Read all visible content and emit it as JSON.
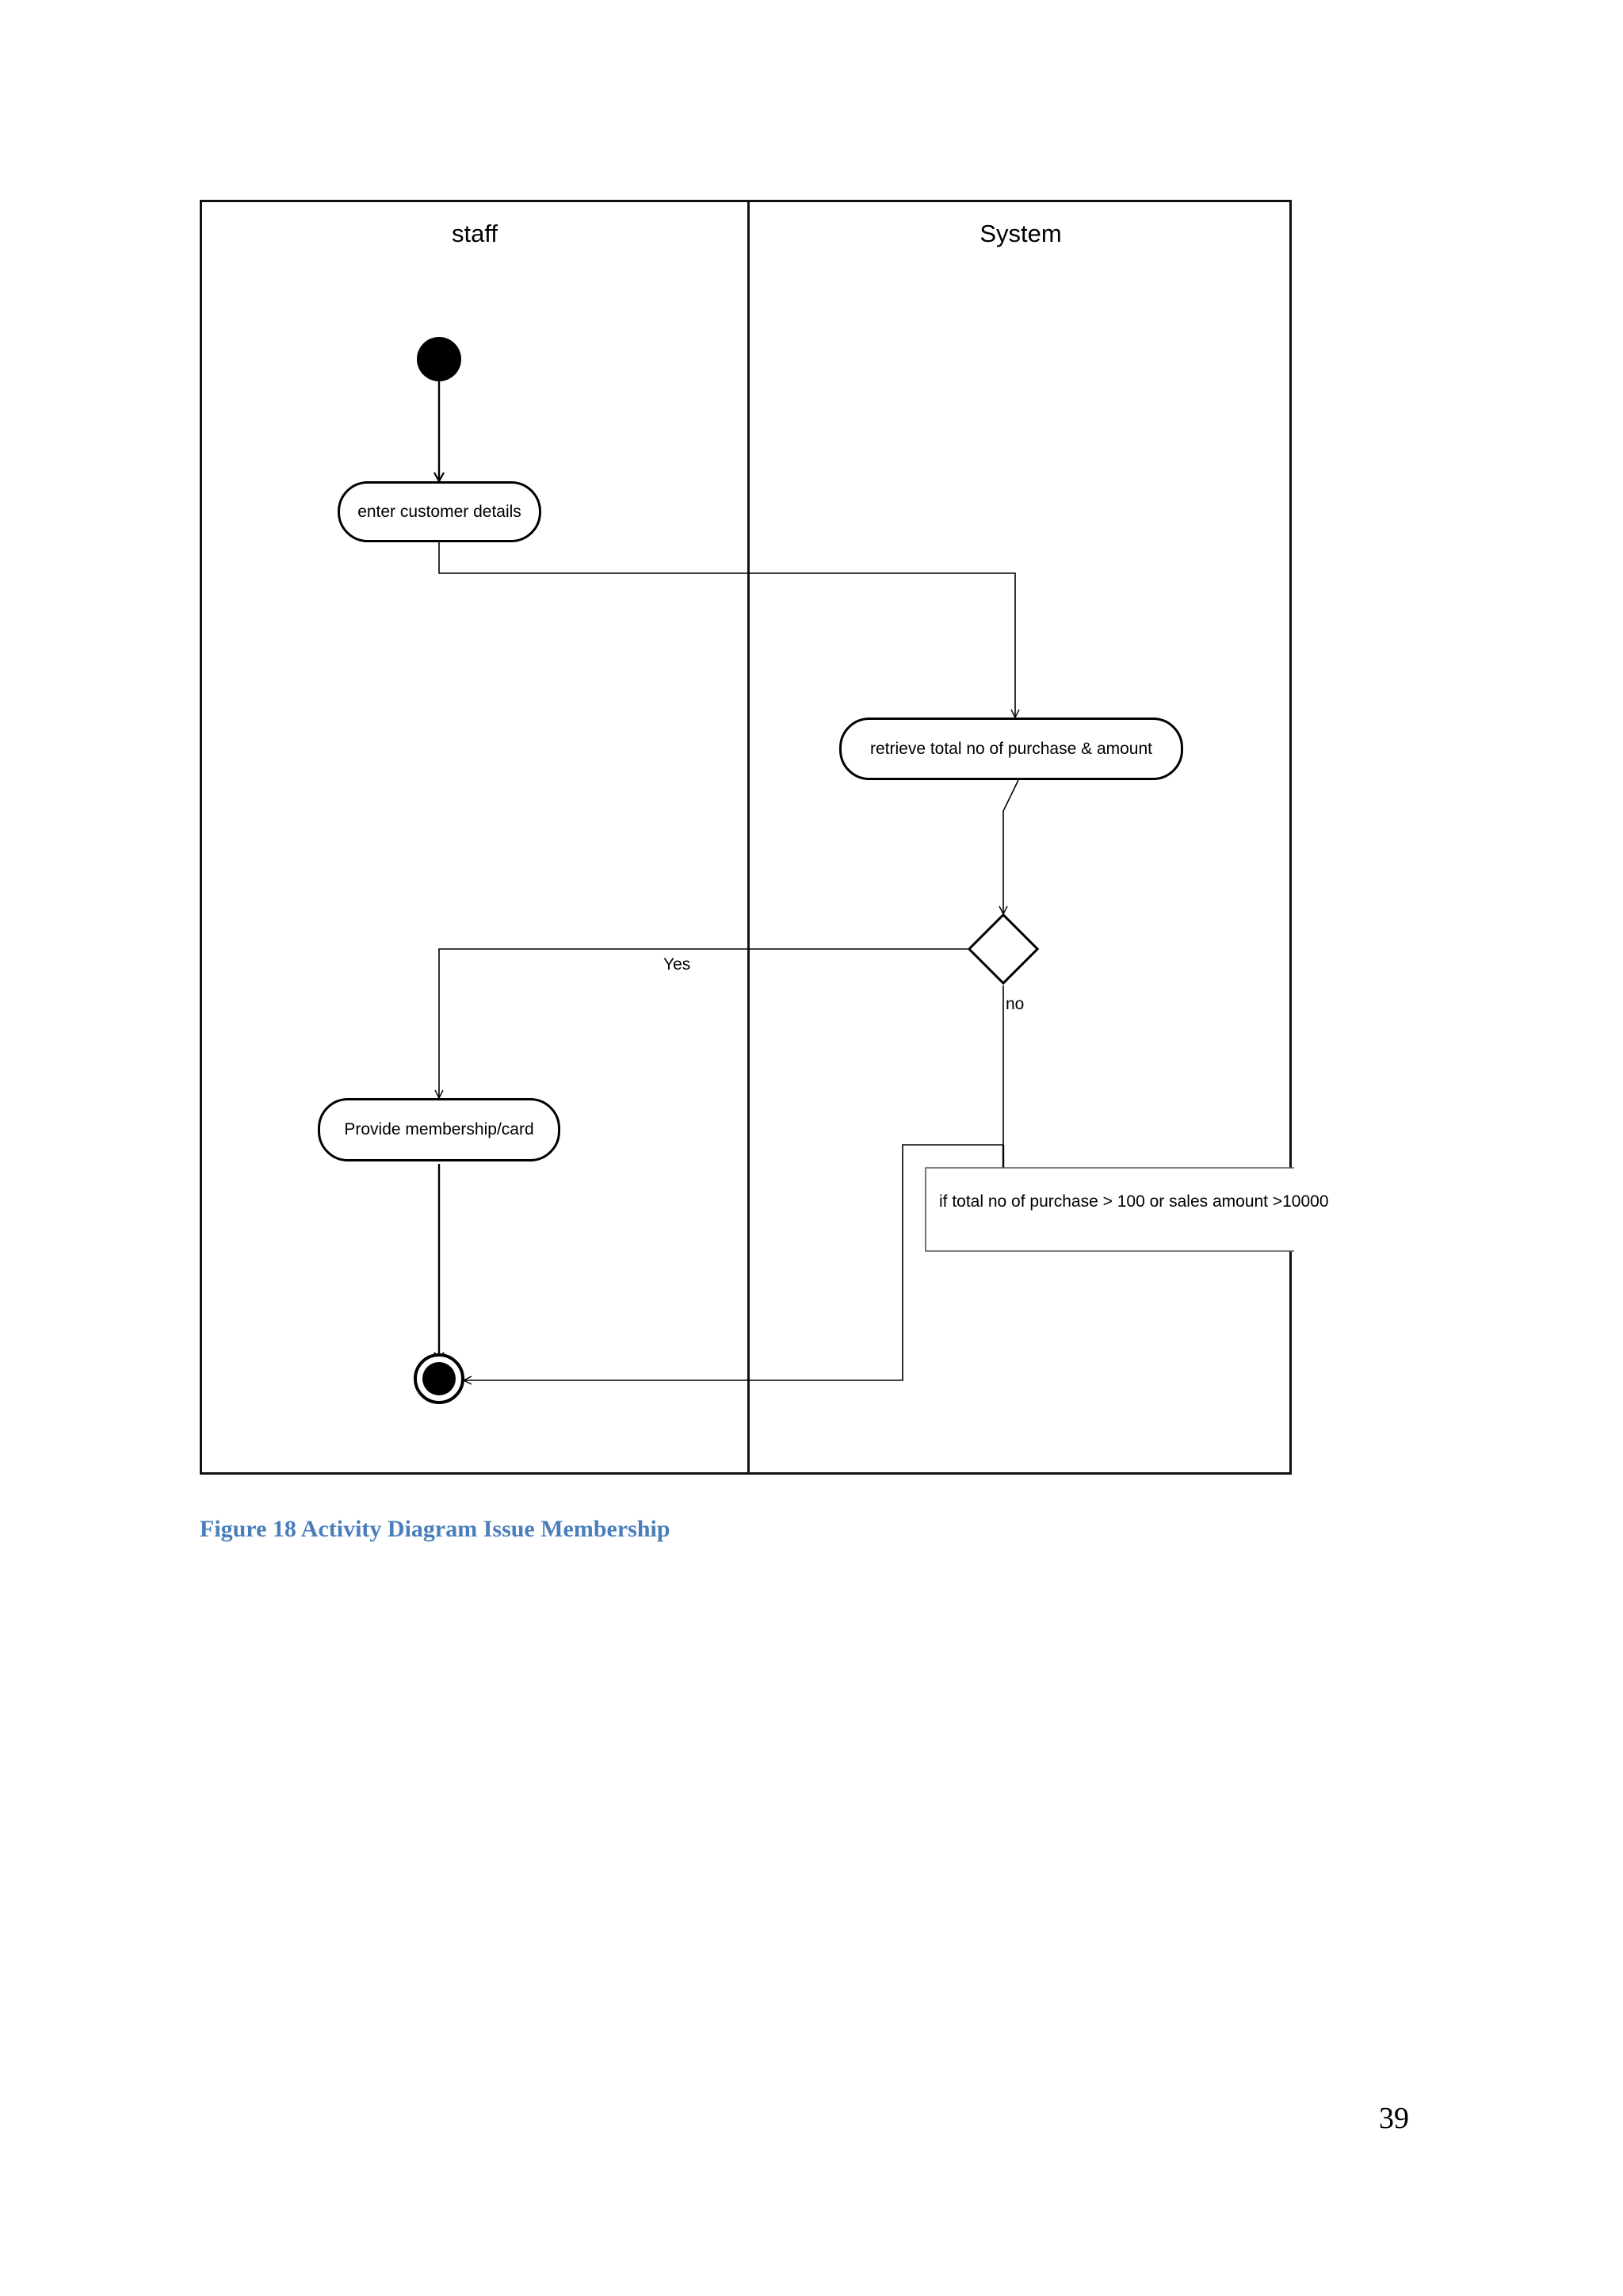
{
  "document": {
    "page_number": "39",
    "figure_caption": "Figure 18 Activity Diagram Issue Membership",
    "caption_color": "#4a7ebb"
  },
  "diagram": {
    "type": "uml-activity-diagram",
    "lanes": [
      {
        "id": "staff",
        "label": "staff"
      },
      {
        "id": "system",
        "label": "System"
      }
    ],
    "nodes": [
      {
        "id": "start",
        "kind": "initial",
        "lane": "staff",
        "label": ""
      },
      {
        "id": "enter-details",
        "kind": "action",
        "lane": "staff",
        "label": "enter customer details"
      },
      {
        "id": "retrieve-totals",
        "kind": "action",
        "lane": "system",
        "label": "retrieve total no of purchase & amount"
      },
      {
        "id": "decision",
        "kind": "decision",
        "lane": "system",
        "label": ""
      },
      {
        "id": "provide-card",
        "kind": "action",
        "lane": "staff",
        "label": "Provide membership/card"
      },
      {
        "id": "end",
        "kind": "final",
        "lane": "staff",
        "label": ""
      }
    ],
    "edge_labels": {
      "yes": "Yes",
      "no": "no"
    },
    "note": {
      "text": "if total no of purchase > 100 or sales amount >10000"
    }
  }
}
